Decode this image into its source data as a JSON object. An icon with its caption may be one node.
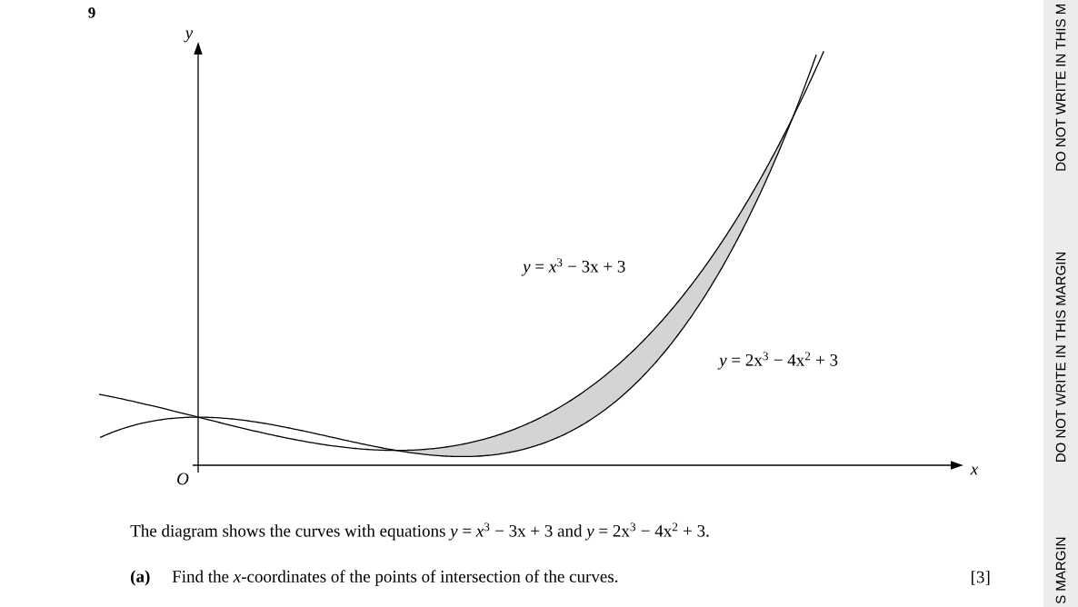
{
  "diagram": {
    "labels": [
      "9",
      "y",
      "*y* = *x*$^{3}$ − 3x + 3",
      "*y* = 2x$^{3}$ − 4x$^{2}$ + 3",
      "O",
      "x",
      "The diagram shows the curves with equations *y* = *x*$^{3}$ − 3x + 3 and *y* = 2x$^{3}$ − 4x$^{2}$ + 3.",
      "(a)",
      "Find the *x*-coordinates of the points of intersection of the curves.",
      "[3]",
      "DO NOT WRITE IN THIS M",
      "DO NOT WRITE IN THIS MARGIN",
      "S MARGIN"
    ]
  }
}
